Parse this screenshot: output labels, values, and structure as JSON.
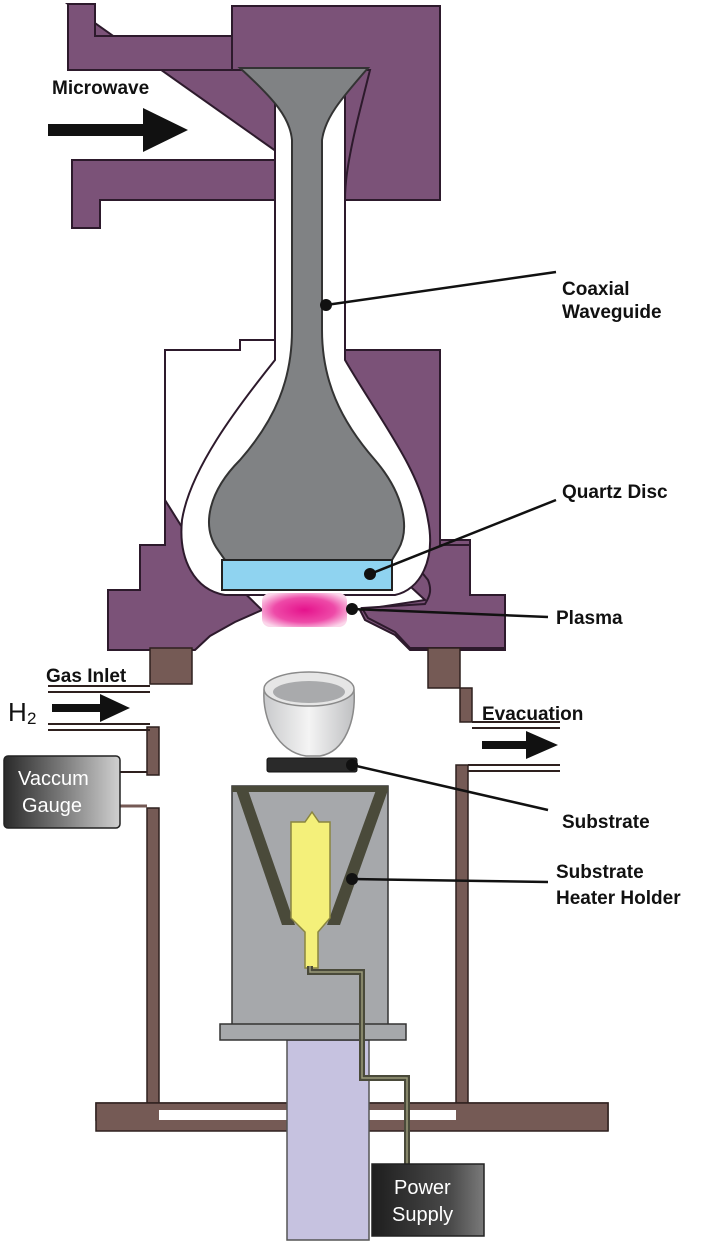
{
  "labels": {
    "microwave": "Microwave",
    "coaxial_line1": "Coaxial",
    "coaxial_line2": "Waveguide",
    "quartz_disc": "Quartz Disc",
    "plasma": "Plasma",
    "gas_inlet": "Gas Inlet",
    "h2_main": "H",
    "h2_sub": "2",
    "evacuation": "Evacuation",
    "vaccum_line1": "Vaccum",
    "vaccum_line2": "Gauge",
    "substrate": "Substrate",
    "heater_line1": "Substrate",
    "heater_line2": "Heater Holder",
    "power_line1": "Power",
    "power_line2": "Supply"
  },
  "colors": {
    "waveguide_purple": "#7b5278",
    "inner_conductor_gray": "#808284",
    "quartz_blue": "#8fd3f0",
    "plasma_magenta": "#e5128c",
    "chamber_brown": "#755a55",
    "holder_gray": "#a6a8ab",
    "heater_yellow": "#f4f07a",
    "shaft_lavender": "#c6c2e0",
    "wire_dark": "#4a4a3a",
    "box_dark": "#2a2a2a"
  }
}
